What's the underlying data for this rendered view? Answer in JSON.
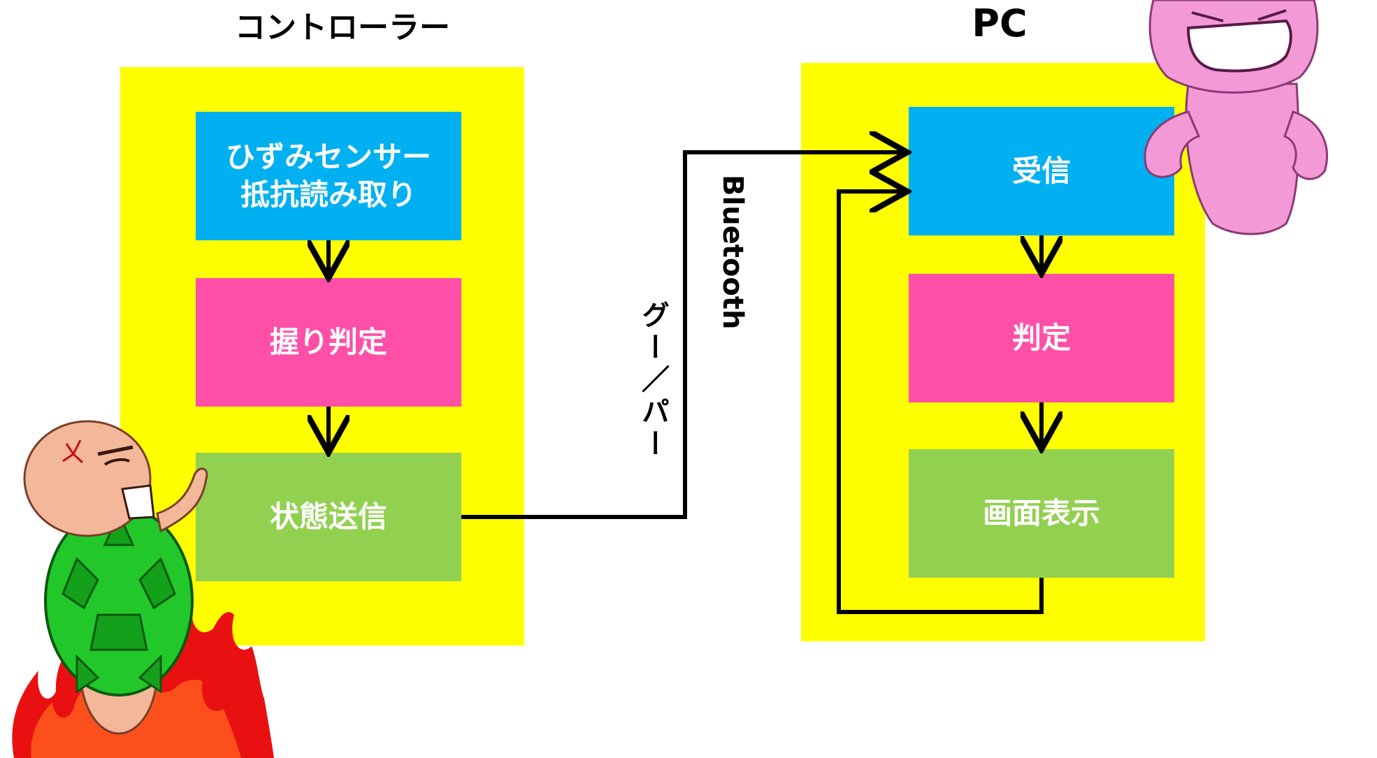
{
  "titles": {
    "controller": "コントローラー",
    "pc": "PC"
  },
  "controller": {
    "sensor_line1": "ひずみセンサー",
    "sensor_line2": "抵抗読み取り",
    "grip": "握り判定",
    "send": "状態送信"
  },
  "pc": {
    "receive": "受信",
    "judge": "判定",
    "display": "画面表示"
  },
  "connection": {
    "protocol": "Bluetooth",
    "payload": "グー／パー"
  },
  "colors": {
    "panel": "#ffff00",
    "blue_box": "#00b0f0",
    "pink_box": "#ff4fa7",
    "green_box": "#92d050",
    "arrow": "#000000"
  },
  "illustrations": {
    "bottom_left": "angry-turtle-character-in-flames",
    "top_right": "pink-shouting-character"
  }
}
